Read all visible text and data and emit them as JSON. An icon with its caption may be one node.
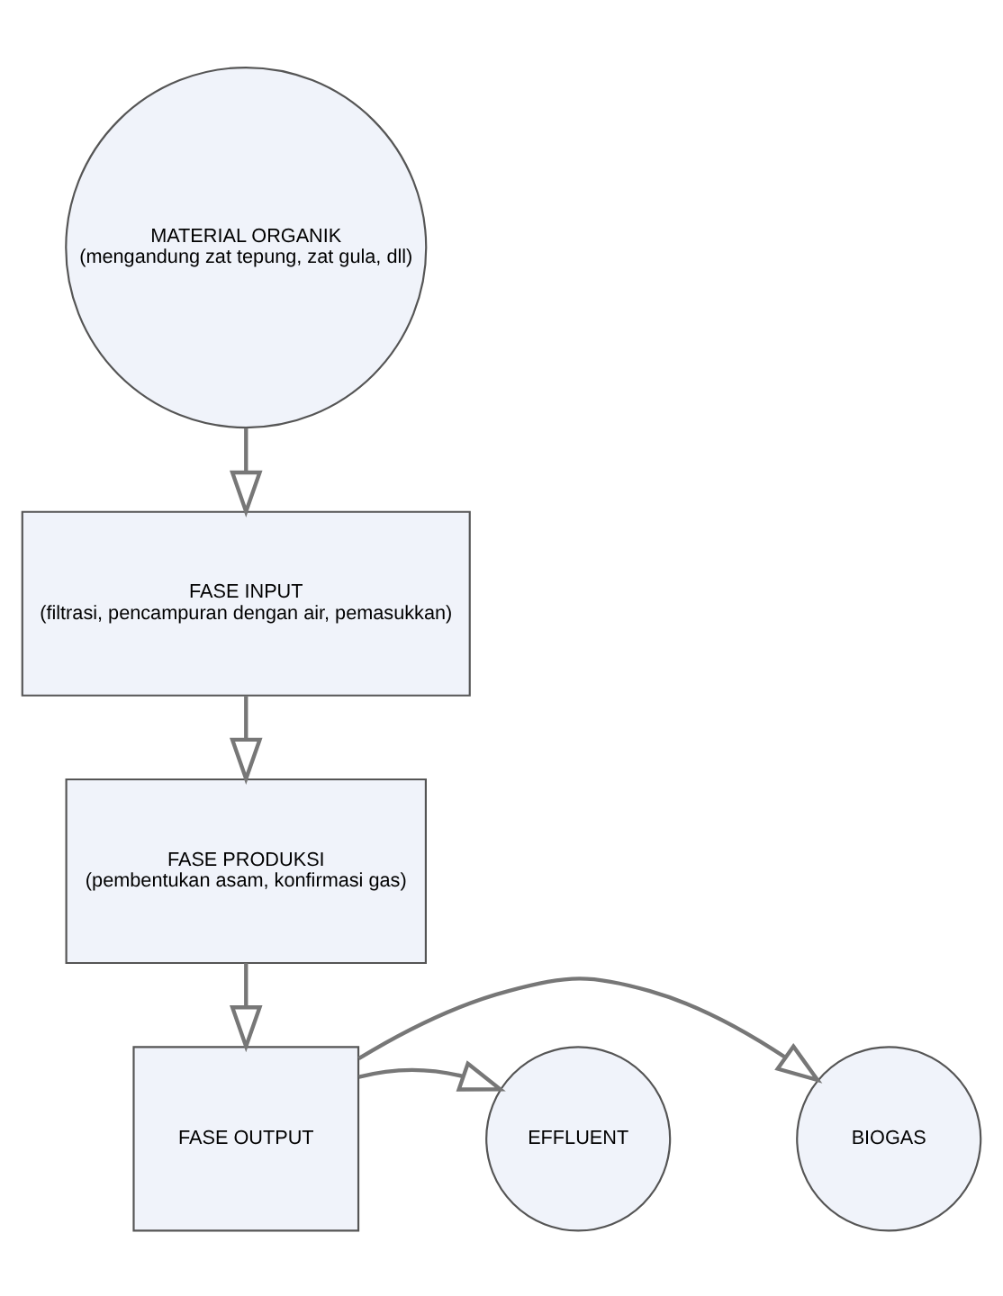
{
  "diagram": {
    "nodes": [
      {
        "text": [
          "MATERIAL ORGANIK",
          "(mengandung zat tepung, zat gula, dll)"
        ]
      },
      {
        "text": [
          "FASE INPUT",
          "(filtrasi, pencampuran dengan air, pemasukkan)"
        ]
      },
      {
        "text": [
          "FASE PRODUKSI",
          "(pembentukan asam, konfirmasi gas)"
        ]
      },
      {
        "text": [
          "BIOGAS"
        ]
      },
      {
        "text": [
          "FASE OUTPUT"
        ]
      },
      {
        "text": [
          "EFFLUENT"
        ]
      }
    ],
    "edges": [
      {
        "from": 0,
        "to": 1,
        "arrow": "to"
      },
      {
        "from": 1,
        "to": 2,
        "arrow": "to"
      },
      {
        "from": 2,
        "to": 4,
        "arrow": "to"
      },
      {
        "from": 4,
        "to": 3,
        "arrow": "to"
      },
      {
        "from": 4,
        "to": 5,
        "arrow": "to"
      }
    ]
  }
}
